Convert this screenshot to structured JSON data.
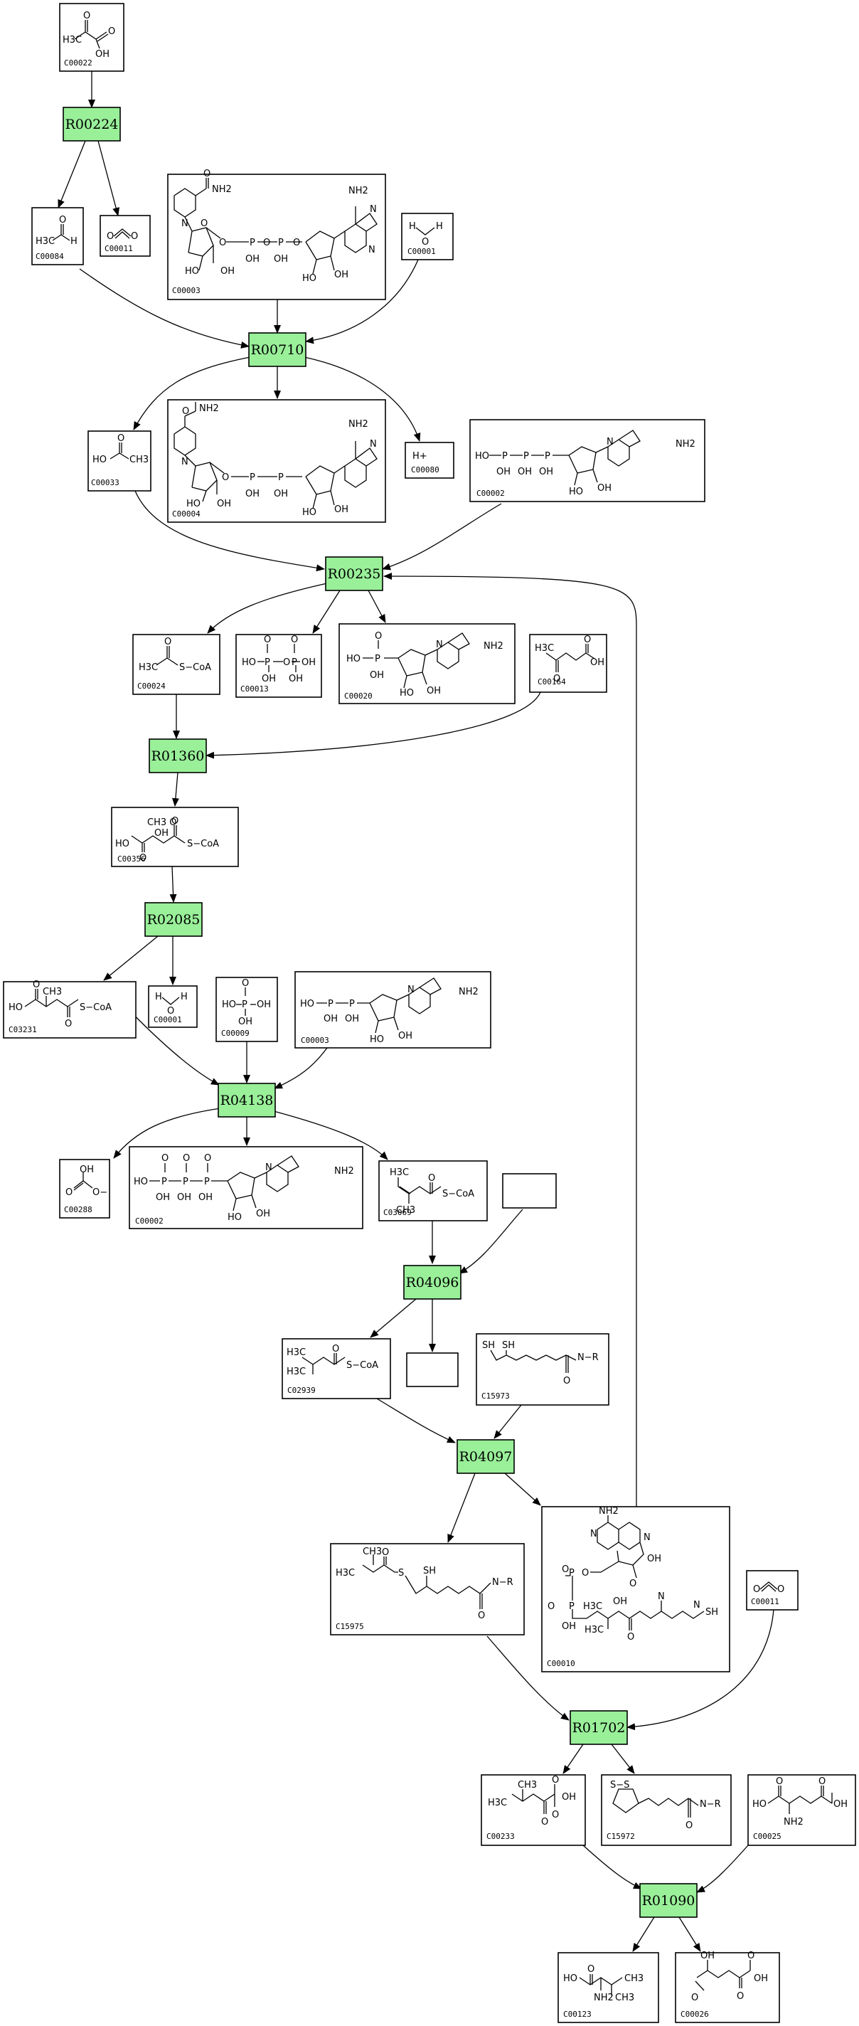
{
  "colors": {
    "reaction_fill": "#99f099",
    "box_stroke": "#000000",
    "background": "#ffffff"
  },
  "reactions": [
    {
      "id": "R00224",
      "label": "R00224"
    },
    {
      "id": "R00710",
      "label": "R00710"
    },
    {
      "id": "R00235",
      "label": "R00235"
    },
    {
      "id": "R01360",
      "label": "R01360"
    },
    {
      "id": "R02085",
      "label": "R02085"
    },
    {
      "id": "R04138",
      "label": "R04138"
    },
    {
      "id": "R04096",
      "label": "R04096"
    },
    {
      "id": "R04097",
      "label": "R04097"
    },
    {
      "id": "R01702",
      "label": "R01702"
    },
    {
      "id": "R01090",
      "label": "R01090"
    }
  ],
  "compounds": [
    {
      "key": "c00022",
      "label": "C00022"
    },
    {
      "key": "c00084",
      "label": "C00084"
    },
    {
      "key": "c00011a",
      "label": "C00011"
    },
    {
      "key": "c00003a",
      "label": "C00003"
    },
    {
      "key": "c00001a",
      "label": "C00001"
    },
    {
      "key": "c00033",
      "label": "C00033"
    },
    {
      "key": "c00004",
      "label": "C00004"
    },
    {
      "key": "c00080",
      "label": "C00080"
    },
    {
      "key": "c00002a",
      "label": "C00002"
    },
    {
      "key": "c00024",
      "label": "C00024"
    },
    {
      "key": "c00013",
      "label": "C00013"
    },
    {
      "key": "c00020",
      "label": "C00020"
    },
    {
      "key": "c00164",
      "label": "C00164"
    },
    {
      "key": "c00356",
      "label": "C00356"
    },
    {
      "key": "c03231",
      "label": "C03231"
    },
    {
      "key": "c00001b",
      "label": "C00001"
    },
    {
      "key": "c00009",
      "label": "C00009"
    },
    {
      "key": "c00003b",
      "label": "C00003"
    },
    {
      "key": "c00288",
      "label": "C00288"
    },
    {
      "key": "c00002b",
      "label": "C00002"
    },
    {
      "key": "c03069",
      "label": "C03069"
    },
    {
      "key": "empty1",
      "label": ""
    },
    {
      "key": "c02939",
      "label": "C02939"
    },
    {
      "key": "empty2",
      "label": ""
    },
    {
      "key": "c15973",
      "label": "C15973"
    },
    {
      "key": "c15975",
      "label": "C15975"
    },
    {
      "key": "c00010",
      "label": "C00010"
    },
    {
      "key": "c00011b",
      "label": "C00011"
    },
    {
      "key": "c00233",
      "label": "C00233"
    },
    {
      "key": "c15972",
      "label": "C15972"
    },
    {
      "key": "c00025",
      "label": "C00025"
    },
    {
      "key": "c00123",
      "label": "C00123"
    },
    {
      "key": "c00026",
      "label": "C00026"
    }
  ],
  "atoms": {
    "OH": "OH",
    "O": "O",
    "H3C": "H3C",
    "CH3": "CH3",
    "H": "H",
    "HO": "HO",
    "NH2": "NH2",
    "N": "N",
    "P": "P",
    "Hplus": "H+",
    "SCoA": "S−CoA",
    "S": "S",
    "SH": "SH",
    "NR": "N−R",
    "SS": "S−S",
    "Ominus": "O−",
    "CH3O": "CH3 O"
  }
}
